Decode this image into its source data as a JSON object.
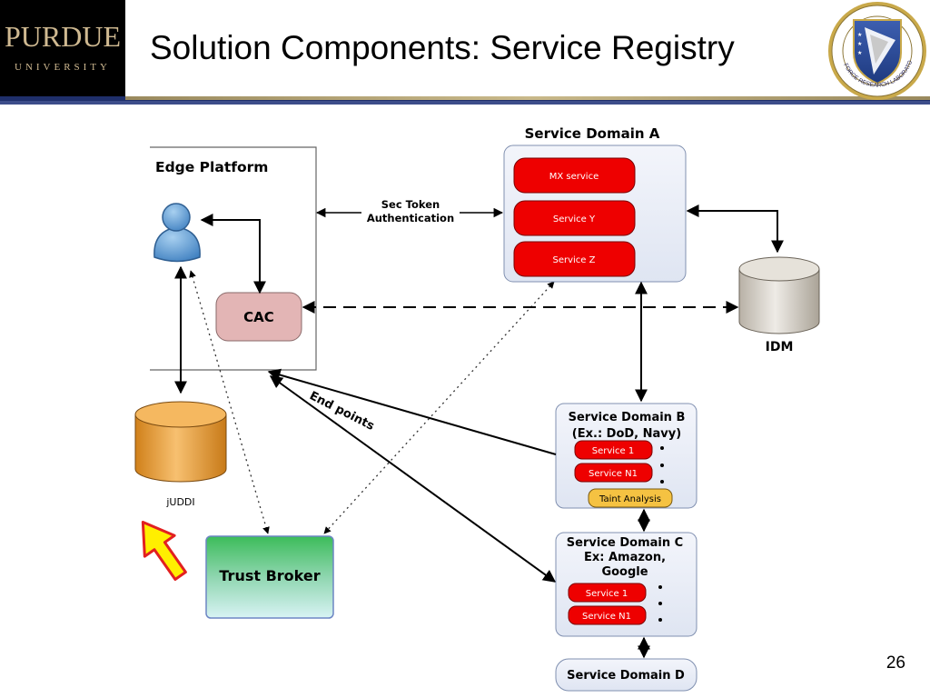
{
  "header": {
    "logo_name": "PURDUE",
    "logo_sub": "UNIVERSITY",
    "title": "Solution Components: Service Registry",
    "seal_text": "AIR FORCE RESEARCH LABORATORY"
  },
  "diagram": {
    "edge_platform": "Edge Platform",
    "cac": "CAC",
    "juddi": "jUDDI",
    "trust_broker": "Trust Broker",
    "sec_token_1": "Sec Token",
    "sec_token_2": "Authentication",
    "end_points": "End points",
    "domain_a": {
      "title": "Service Domain A",
      "services": [
        "MX service",
        "Service Y",
        "Service Z"
      ]
    },
    "idm": "IDM",
    "domain_b": {
      "title1": "Service Domain B",
      "title2": "(Ex.: DoD, Navy)",
      "services": [
        "Service 1",
        "Service N1"
      ],
      "taint": "Taint Analysis"
    },
    "domain_c": {
      "title1": "Service Domain C",
      "title2": "Ex: Amazon,",
      "title3": "Google",
      "services": [
        "Service 1",
        "Service N1"
      ]
    },
    "domain_d": "Service Domain D"
  },
  "footer": {
    "page_number": "26"
  },
  "colors": {
    "service_red": "#ee0000",
    "domain_fill": "#e8edf7",
    "cac_fill": "#e3b5b5",
    "db_orange": "#f0a030",
    "idm_gray": "#d4cfc6",
    "trust_green": "#58c47a",
    "taint_yellow": "#f5c242"
  }
}
